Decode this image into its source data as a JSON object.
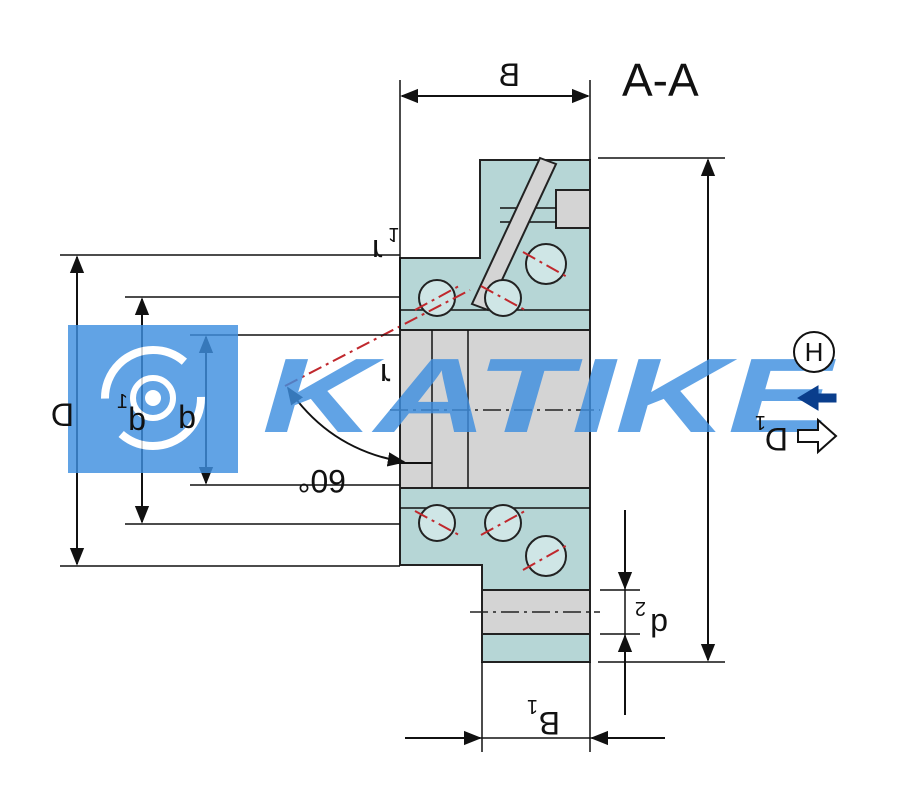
{
  "section_label": "A-A",
  "dimensions": {
    "B": "B",
    "B1": "B",
    "B1_sub": "1",
    "D": "D",
    "D1": "D",
    "D1_sub": "1",
    "d": "d",
    "d1": "d",
    "d1_sub": "1",
    "d2": "d",
    "d2_sub": "2",
    "r": "r",
    "r1": "r",
    "r1_sub": "1"
  },
  "angle_label": "60°",
  "symbols": {
    "H": "H"
  },
  "watermark": "KATIKE",
  "colors": {
    "body": "#b6d6d6",
    "bore": "#d4d4d4",
    "red_line": "#c0282d",
    "watermark": "#3f8fe0",
    "arrow": "#0a3e8c"
  },
  "icons": {
    "filled_arrow": "arrow-left-filled-icon",
    "hollow_arrow": "arrow-right-hollow-icon"
  }
}
